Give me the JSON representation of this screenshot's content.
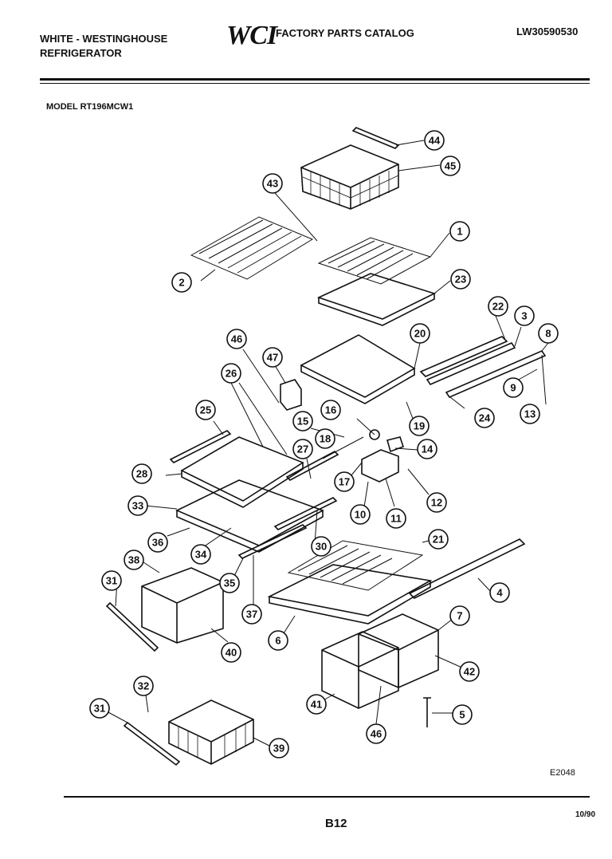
{
  "header": {
    "brand_line1": "WHITE - WESTINGHOUSE",
    "brand_line2": "REFRIGERATOR",
    "logo": "WCI",
    "catalog_title": "FACTORY PARTS CATALOG",
    "doc_code": "LW30590530"
  },
  "model_label": "MODEL RT196MCW1",
  "figure_code": "E2048",
  "page_number": "B12",
  "date": "10/90",
  "callouts": [
    {
      "label": "44"
    },
    {
      "label": "45"
    },
    {
      "label": "43"
    },
    {
      "label": "1"
    },
    {
      "label": "2"
    },
    {
      "label": "23"
    },
    {
      "label": "22"
    },
    {
      "label": "3"
    },
    {
      "label": "8"
    },
    {
      "label": "20"
    },
    {
      "label": "46"
    },
    {
      "label": "47"
    },
    {
      "label": "26"
    },
    {
      "label": "9"
    },
    {
      "label": "13"
    },
    {
      "label": "24"
    },
    {
      "label": "25"
    },
    {
      "label": "16"
    },
    {
      "label": "19"
    },
    {
      "label": "15"
    },
    {
      "label": "18"
    },
    {
      "label": "14"
    },
    {
      "label": "27"
    },
    {
      "label": "28"
    },
    {
      "label": "17"
    },
    {
      "label": "12"
    },
    {
      "label": "33"
    },
    {
      "label": "10"
    },
    {
      "label": "11"
    },
    {
      "label": "21"
    },
    {
      "label": "36"
    },
    {
      "label": "34"
    },
    {
      "label": "30"
    },
    {
      "label": "38"
    },
    {
      "label": "35"
    },
    {
      "label": "4"
    },
    {
      "label": "31"
    },
    {
      "label": "37"
    },
    {
      "label": "7"
    },
    {
      "label": "6"
    },
    {
      "label": "40"
    },
    {
      "label": "42"
    },
    {
      "label": "32"
    },
    {
      "label": "41"
    },
    {
      "label": "5"
    },
    {
      "label": "46"
    },
    {
      "label": "31"
    },
    {
      "label": "39"
    }
  ]
}
